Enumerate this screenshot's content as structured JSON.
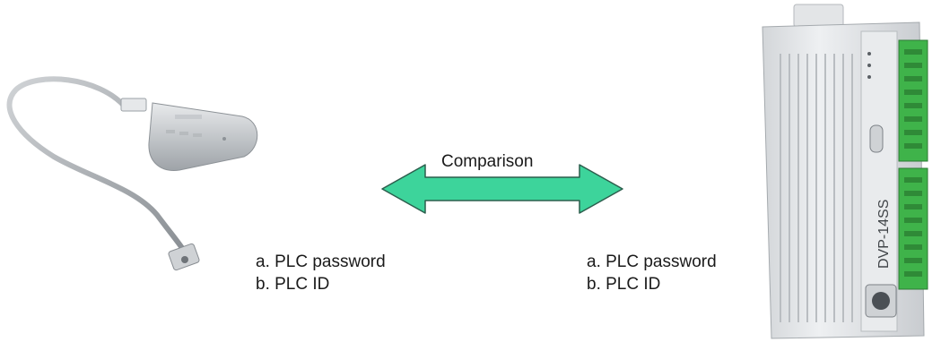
{
  "diagram": {
    "comparison_label": "Comparison",
    "left_items": [
      "a. PLC password",
      "b. PLC ID"
    ],
    "right_items": [
      "a. PLC password",
      "b. PLC ID"
    ],
    "plc_model_text": "DVP-14SS"
  },
  "colors": {
    "arrow_fill": "#3dd49b",
    "arrow_stroke": "#2c5e4d",
    "terminal_green": "#3fb34a"
  }
}
